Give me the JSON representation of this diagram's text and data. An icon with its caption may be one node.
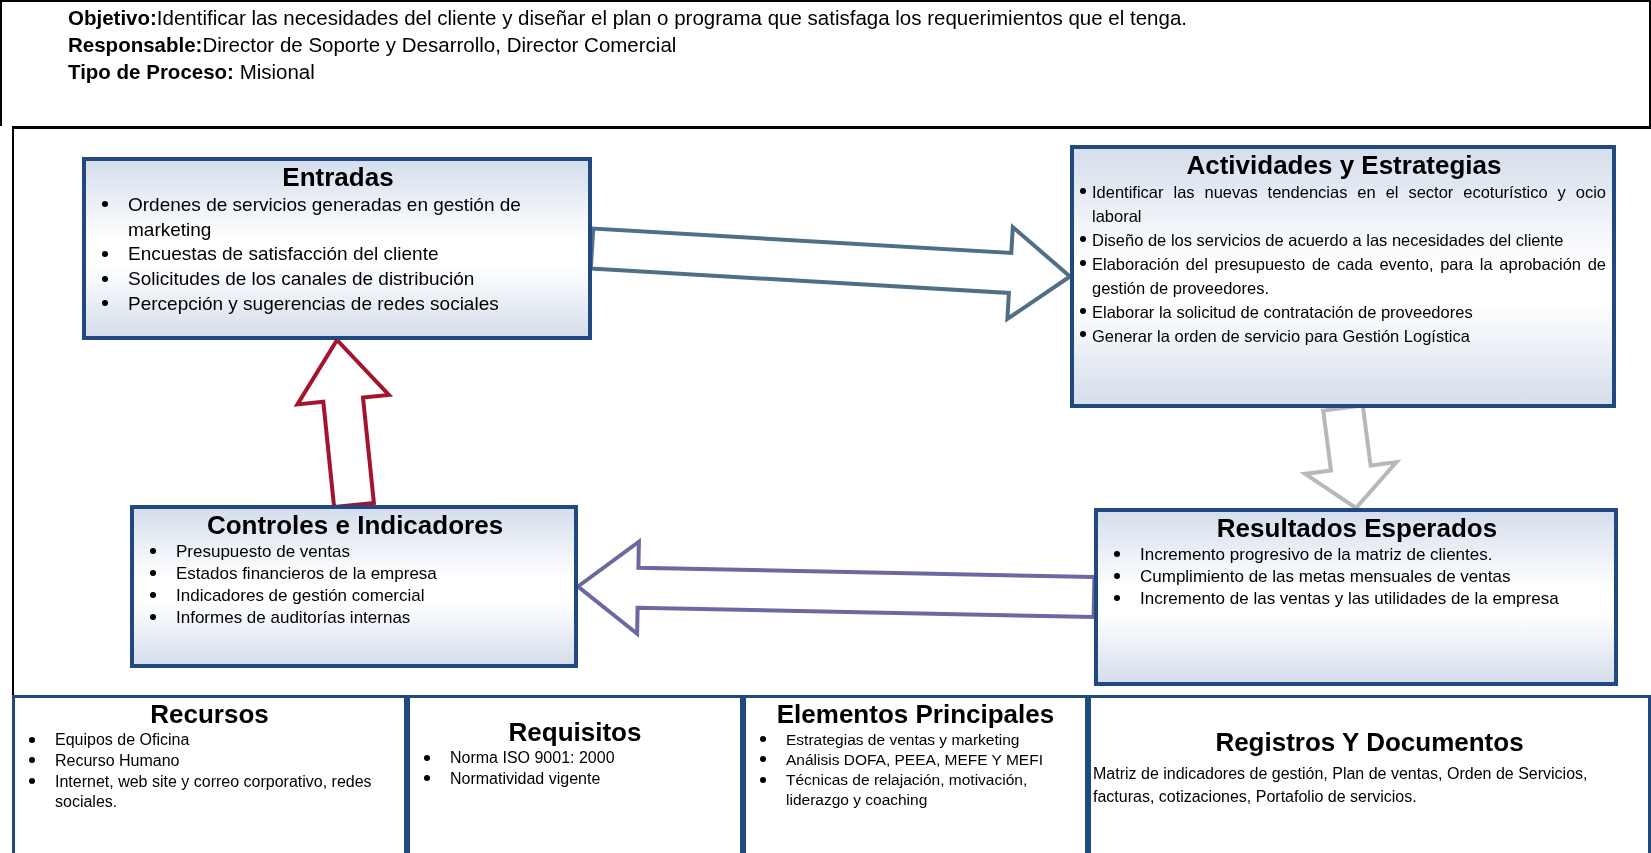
{
  "diagram": {
    "nodes": [
      {
        "text": [
          "**Objetivo:**Identificar las necesidades del cliente y diseñar el plan o programa que satisfaga los requerimientos  que  el tenga.",
          "**Responsable:**Director de Soporte y Desarrollo, Director Comercial",
          "**Tipo de Proceso:** Misional"
        ]
      },
      {
        "text": [
          "Entradas",
          "Ordenes de servicios generadas en gestión de marketing",
          "Encuestas de satisfacción del cliente",
          "Solicitudes de los canales de distribución",
          "Percepción y sugerencias de redes sociales"
        ]
      },
      {
        "text": [
          "Actividades y Estrategias",
          "Identificar las nuevas tendencias en el sector ecoturístico y ocio laboral",
          "Diseño de los servicios de acuerdo a las necesidades del cliente",
          "Elaboración del presupuesto de cada evento, para la aprobación de gestión de proveedores.",
          "Elaborar la solicitud de contratación de proveedores",
          "Generar la orden de servicio para Gestión Logística"
        ]
      },
      {
        "text": [
          "Controles e Indicadores",
          "Presupuesto de ventas",
          "Estados financieros de la empresa",
          "Indicadores de gestión comercial",
          "Informes de auditorías internas"
        ]
      },
      {
        "text": [
          "Resultados Esperados",
          "Incremento progresivo de la matriz de clientes.",
          "Cumplimiento de las metas mensuales de ventas",
          "Incremento de las ventas y las utilidades de la empresa"
        ]
      },
      {
        "text": [
          "Recursos",
          "Equipos de Oficina",
          "Recurso Humano",
          "Internet, web site y correo corporativo, redes sociales."
        ]
      },
      {
        "text": [
          "Requisitos",
          "Norma ISO 9001: 2000",
          "Normatividad vigente"
        ]
      },
      {
        "text": [
          "Elementos Principales",
          "Estrategias de ventas y marketing",
          "Análisis DOFA, PEEA, MEFE Y MEFI",
          "Técnicas de relajación, motivación, liderazgo  y coaching"
        ]
      },
      {
        "text": [
          "Registros Y Documentos",
          "Matriz de indicadores de gestión, Plan de ventas, Orden de Servicios, facturas, cotizaciones, Portafolio de servicios."
        ]
      }
    ],
    "edges": [
      {
        "from": 1,
        "to": 2,
        "arrow": "to",
        "style": "thick",
        "color": "#4f6f86"
      },
      {
        "from": 2,
        "to": 4,
        "arrow": "to",
        "style": "thick",
        "color": "#b8b8b8"
      },
      {
        "from": 4,
        "to": 3,
        "arrow": "to",
        "style": "thick",
        "color": "#6a6aa0"
      },
      {
        "from": 3,
        "to": 1,
        "arrow": "to",
        "style": "thick",
        "color": "#a5142e"
      }
    ]
  }
}
